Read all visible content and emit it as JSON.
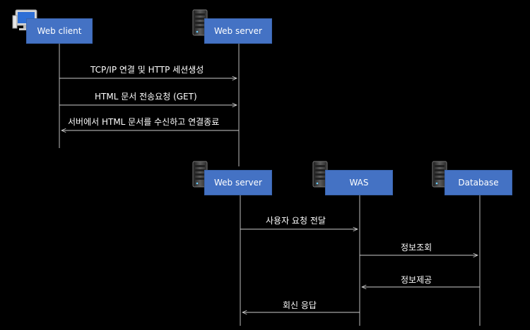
{
  "boxes": {
    "web_client": "Web client",
    "web_server_top": "Web server",
    "web_server_bottom": "Web server",
    "was": "WAS",
    "database": "Database"
  },
  "messages": {
    "m1": "TCP/IP 연결 및 HTTP 세션생성",
    "m2": "HTML 문서 전송요청 (GET)",
    "m3": "서버에서 HTML 문서를 수신하고 연결종료",
    "m4": "사용자 요청 전달",
    "m5": "정보조회",
    "m6": "정보제공",
    "m7": "회신 응답"
  },
  "icons": {
    "computer": "computer-icon",
    "server": "server-icon"
  }
}
